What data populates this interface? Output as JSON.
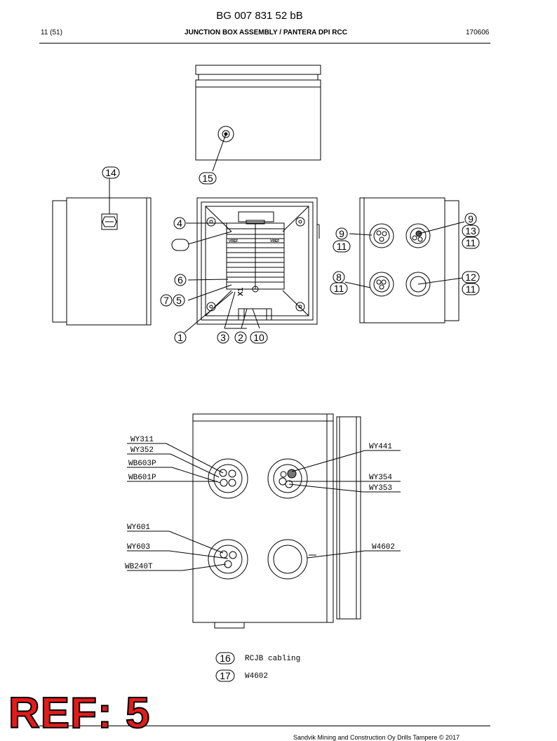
{
  "header": {
    "doc_id": "BG 007 831 52 bB",
    "page": "11 (51)",
    "title": "JUNCTION BOX ASSEMBLY / PANTERA DPI RCC",
    "date": "170606"
  },
  "callouts": {
    "c1": "1",
    "c2": "2",
    "c3": "3",
    "c4": "4",
    "c5": "5",
    "c6": "6",
    "c7": "7",
    "c8": "8",
    "c9a": "9",
    "c9b": "9",
    "c10": "10",
    "c11a": "11",
    "c11b": "11",
    "c11c": "11",
    "c11d": "11",
    "c12": "12",
    "c13": "13",
    "c14": "14",
    "c15": "15"
  },
  "cable_labels": {
    "wy311": "WY311",
    "wy352": "WY352",
    "wb603p": "WB603P",
    "wb601p": "WB601P",
    "wy441": "WY441",
    "wy354": "WY354",
    "wy353": "WY353",
    "wy601": "WY601",
    "wy603": "WY603",
    "wb240t": "WB240T",
    "w4602": "W4602"
  },
  "terminal_labels": {
    "vref_left": "VREF",
    "vref_right": "VREF",
    "x1": "X1"
  },
  "legend": [
    {
      "num": "16",
      "text": "RCJB cabling"
    },
    {
      "num": "17",
      "text": "W4602"
    }
  ],
  "stamp": "REF: 5",
  "footer": "Sandvik Mining and Construction Oy Drills Tampere © 2017"
}
